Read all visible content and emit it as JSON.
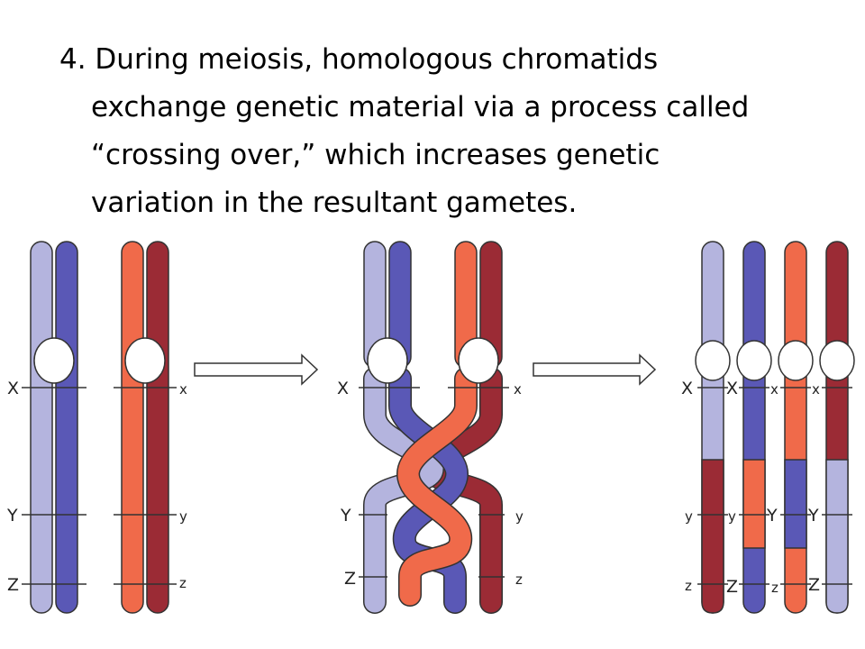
{
  "text": {
    "line1": "4. During meiosis, homologous chromatids",
    "line2": "exchange genetic material via a process called",
    "line3": "“crossing over,” which increases genetic",
    "line4": "variation in the resultant gametes."
  },
  "colors": {
    "light_blue": "#b4b4de",
    "dark_blue": "#5a58b6",
    "orange": "#f06a4a",
    "dark_red": "#9b2b35",
    "outline": "#333333"
  },
  "labels": {
    "upper_X": "X",
    "upper_Y": "Y",
    "upper_Z": "Z",
    "lower_x": "x",
    "lower_y": "y",
    "lower_z": "z"
  }
}
